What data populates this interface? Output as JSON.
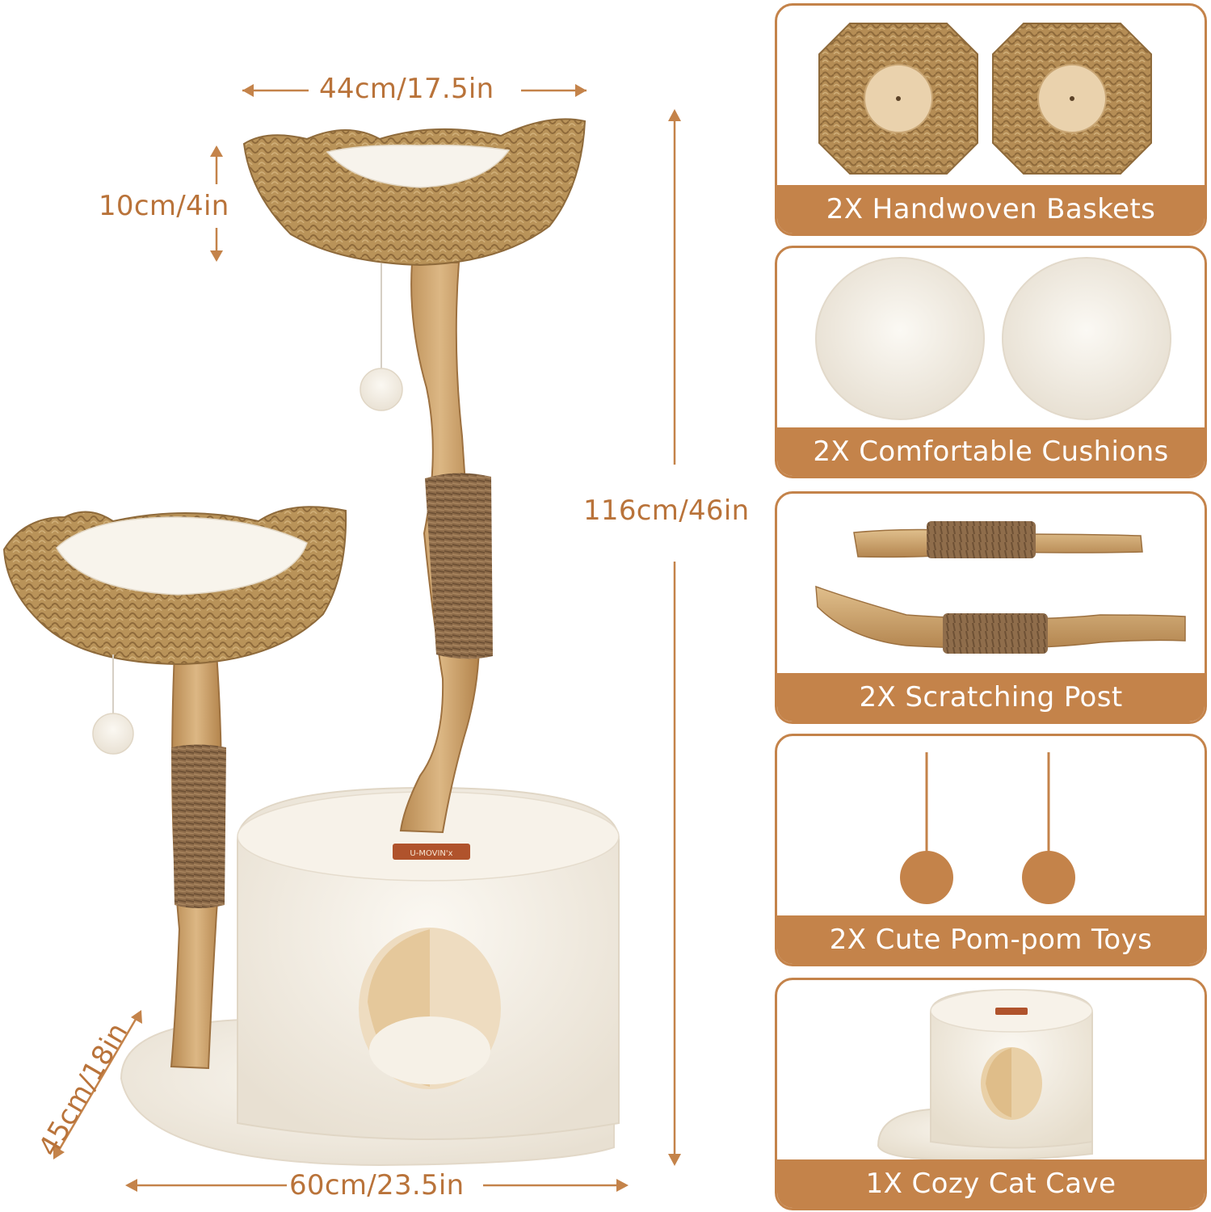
{
  "dimensions": {
    "top_width": "44cm/17.5in",
    "basket_depth": "10cm/4in",
    "total_height": "116cm/46in",
    "base_depth": "45cm/18in",
    "base_width": "60cm/23.5in"
  },
  "brand_tag": "U-MOVIN'x",
  "components": [
    {
      "label": "2X Handwoven Baskets"
    },
    {
      "label": "2X Comfortable Cushions"
    },
    {
      "label": "2X Scratching Post"
    },
    {
      "label": "2X Cute Pom-pom Toys"
    },
    {
      "label": "1X Cozy Cat Cave"
    }
  ],
  "colors": {
    "accent": "#c4834a",
    "dimension_text": "#b9733a",
    "wicker": "#b58d55",
    "plush": "#f4efe6",
    "wood": "#cfa66d",
    "sisal": "#8f6d4b"
  }
}
